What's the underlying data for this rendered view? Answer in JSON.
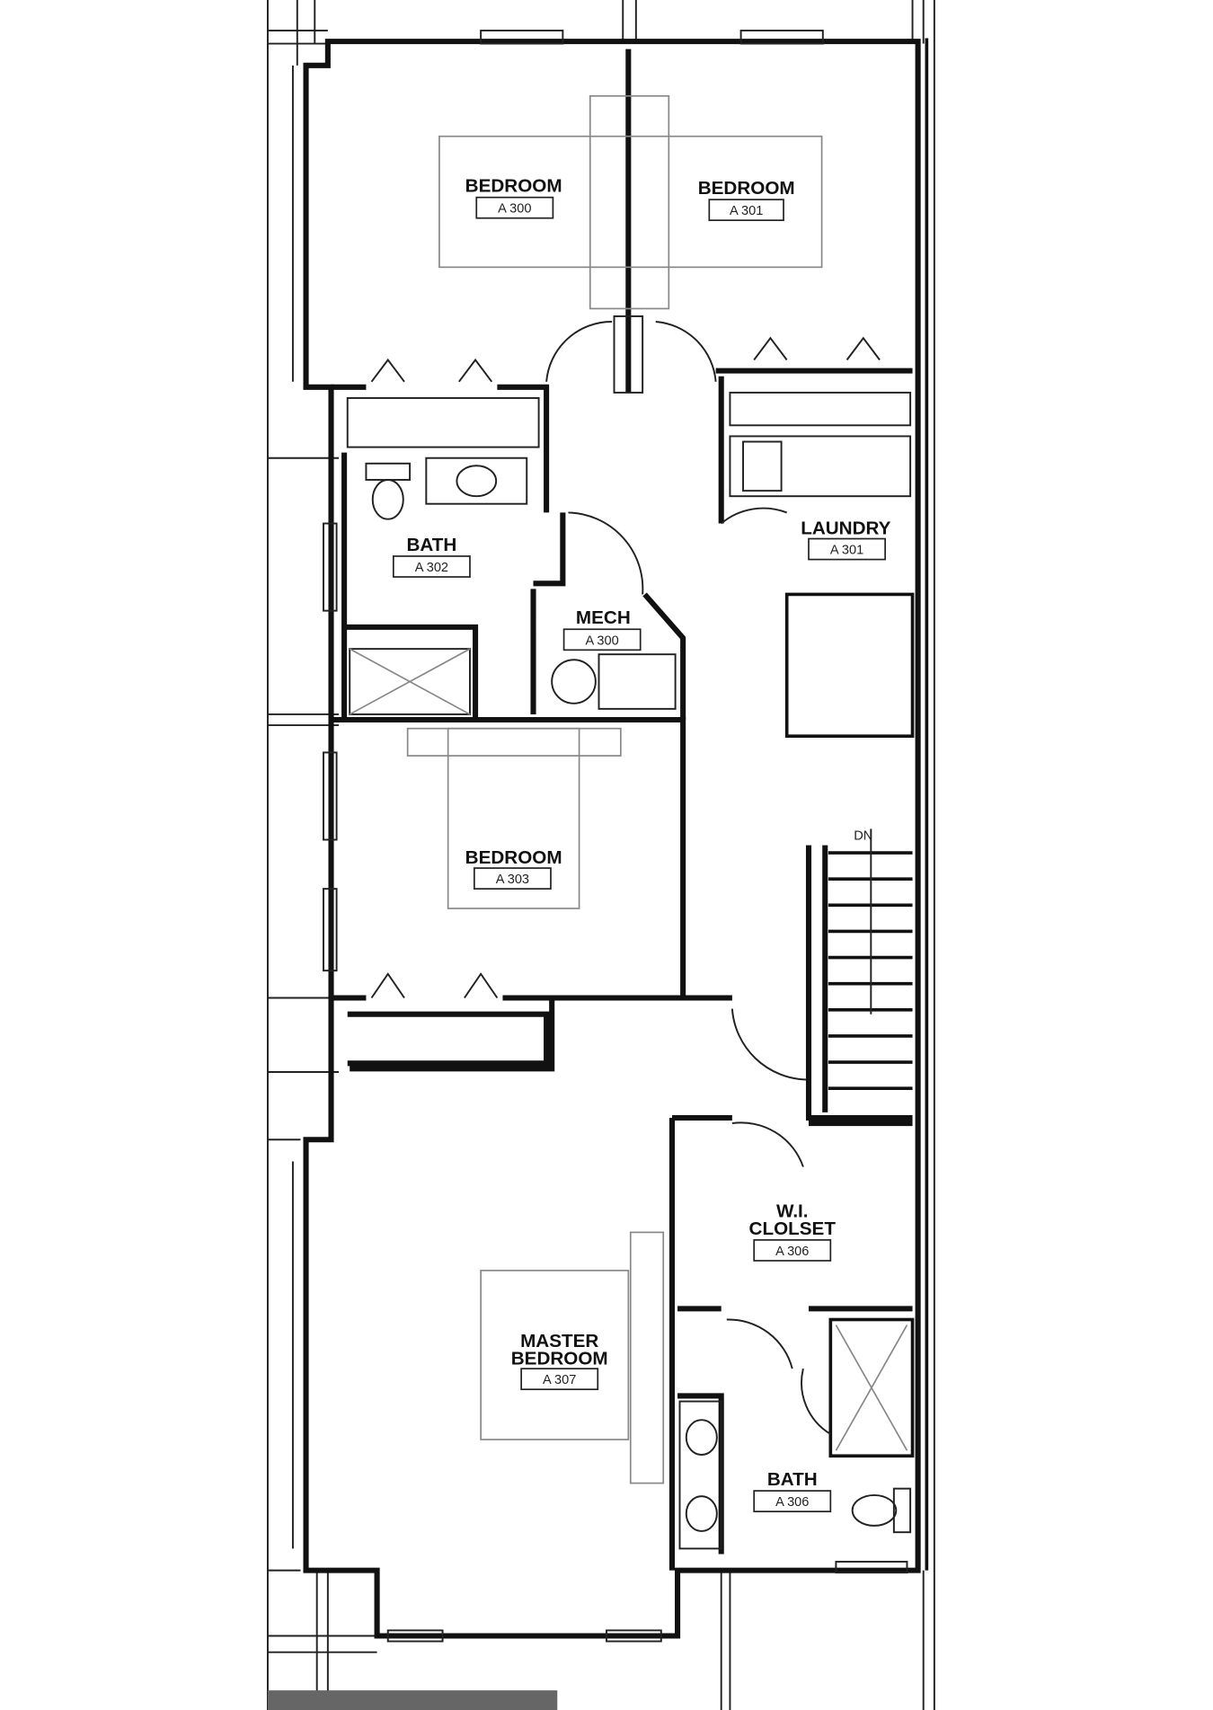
{
  "rooms": [
    {
      "name": "BEDROOM",
      "code": "A 300"
    },
    {
      "name": "BEDROOM",
      "code": "A 301"
    },
    {
      "name": "BATH",
      "code": "A 302"
    },
    {
      "name": "LAUNDRY",
      "code": "A 301"
    },
    {
      "name": "MECH",
      "code": "A 300"
    },
    {
      "name": "BEDROOM",
      "code": "A 303"
    },
    {
      "name_line1": "W.I.",
      "name_line2": "CLOLSET",
      "code": "A 306"
    },
    {
      "name_line1": "MASTER",
      "name_line2": "BEDROOM",
      "code": "A 307"
    },
    {
      "name": "BATH",
      "code": "A 306"
    }
  ],
  "stair": {
    "direction": "DN"
  }
}
